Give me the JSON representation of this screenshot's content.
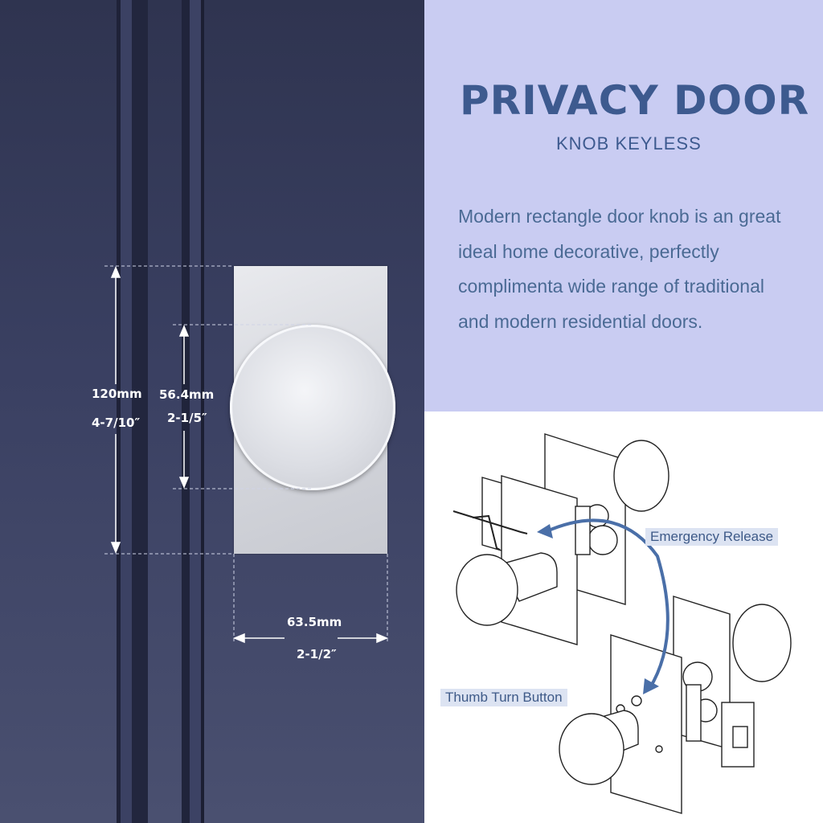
{
  "header": {
    "title": "PRIVACY DOOR",
    "subtitle": "KNOB KEYLESS"
  },
  "description": [
    "Modern rectangle door knob is an great",
    "ideal home decorative,  perfectly",
    "complimenta wide range of traditional",
    "and modern residential doors."
  ],
  "dimensions": {
    "height_mm": "120mm",
    "height_in": "4-7/10″",
    "knob_mm": "56.4mm",
    "knob_in": "2-1/5″",
    "width_mm": "63.5mm",
    "width_in": "2-1/2″"
  },
  "callouts": {
    "emergency": "Emergency Release",
    "thumb": "Thumb Turn Button"
  },
  "colors": {
    "title_blue": "#3d5a8f",
    "panel_lavender": "#c9ccf2",
    "door_navy": "#363b5a",
    "arrow_blue": "#4a6fa8"
  }
}
